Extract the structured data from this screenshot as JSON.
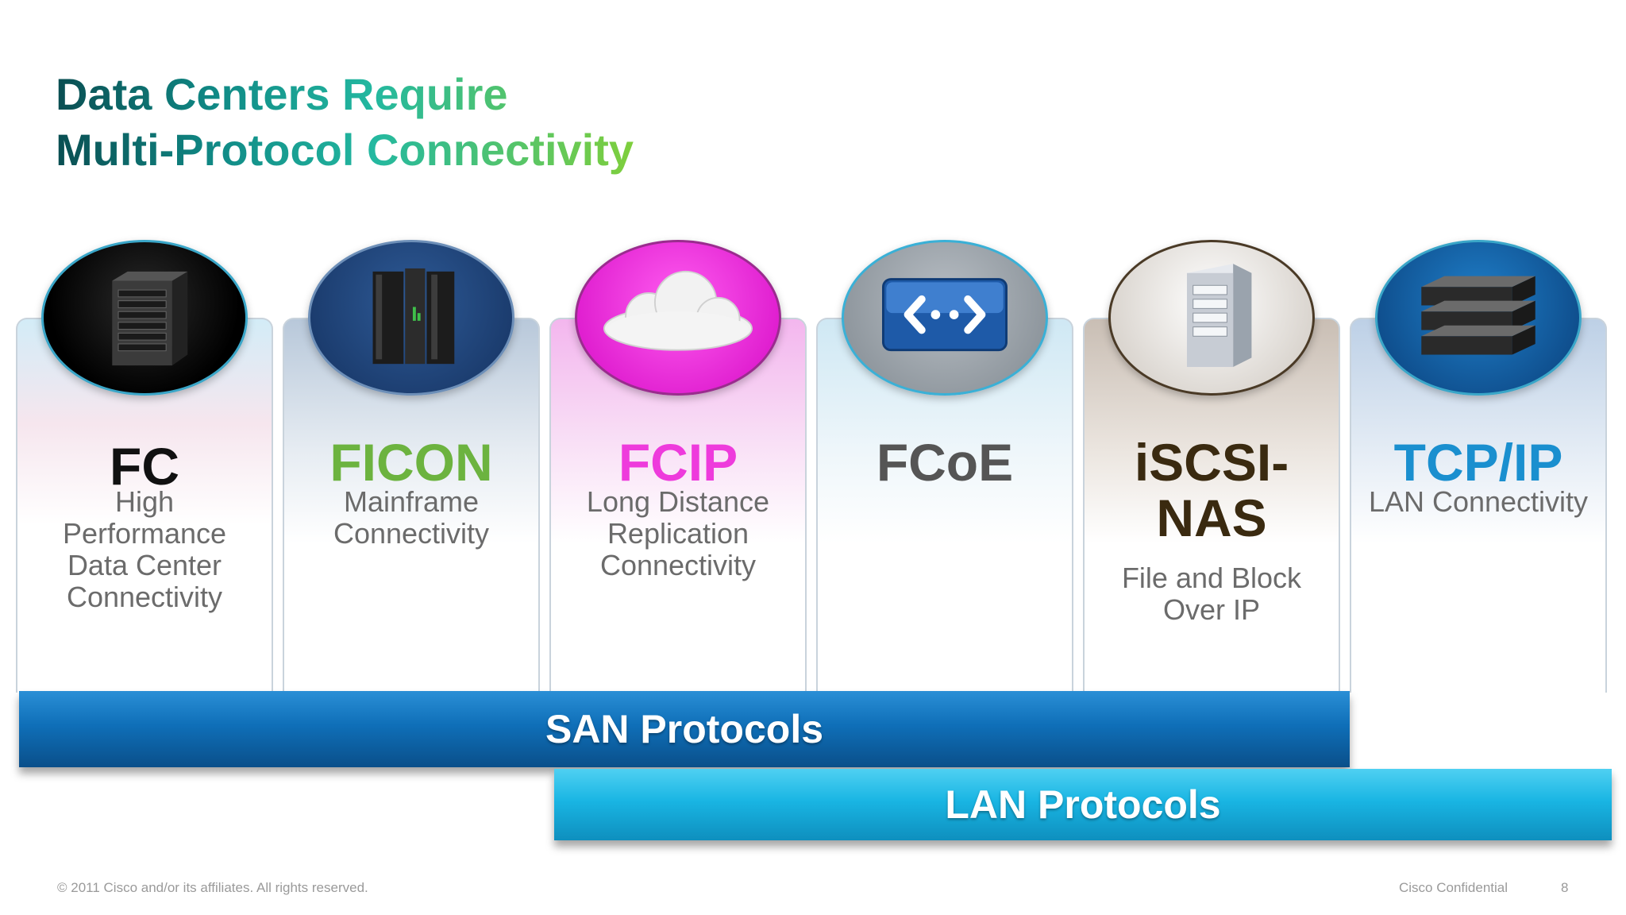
{
  "slide": {
    "title_line1": "Data Centers Require",
    "title_line2": "Multi-Protocol Connectivity"
  },
  "columns": [
    {
      "name": "FC",
      "description": [
        "High",
        "Performance",
        "Data Center",
        "Connectivity"
      ],
      "color": "#111111",
      "icon": "server-tower-icon"
    },
    {
      "name": "FICON",
      "description": [
        "Mainframe",
        "Connectivity"
      ],
      "color": "#6cb33f",
      "icon": "mainframe-icon"
    },
    {
      "name": "FCIP",
      "description": [
        "Long Distance",
        "Replication",
        "Connectivity"
      ],
      "color": "#ee3bdc",
      "icon": "cloud-icon"
    },
    {
      "name": "FCoE",
      "description": [],
      "color": "#555555",
      "icon": "bidirectional-arrows-icon"
    },
    {
      "name_lines": [
        "iSCSI-",
        "NAS"
      ],
      "description": [
        "File and Block",
        "Over IP"
      ],
      "color": "#3a2a10",
      "icon": "storage-tower-icon"
    },
    {
      "name": "TCP/IP",
      "description": [
        "LAN Connectivity"
      ],
      "color": "#1a8fcf",
      "icon": "network-switch-stack-icon"
    }
  ],
  "bars": {
    "san": {
      "label": "SAN Protocols",
      "color": "#0f6fb8"
    },
    "lan": {
      "label": "LAN Protocols",
      "color": "#19b5e3"
    }
  },
  "footer": {
    "copyright": "© 2011 Cisco and/or its affiliates. All rights reserved.",
    "confidential": "Cisco Confidential",
    "page_number": "8"
  }
}
